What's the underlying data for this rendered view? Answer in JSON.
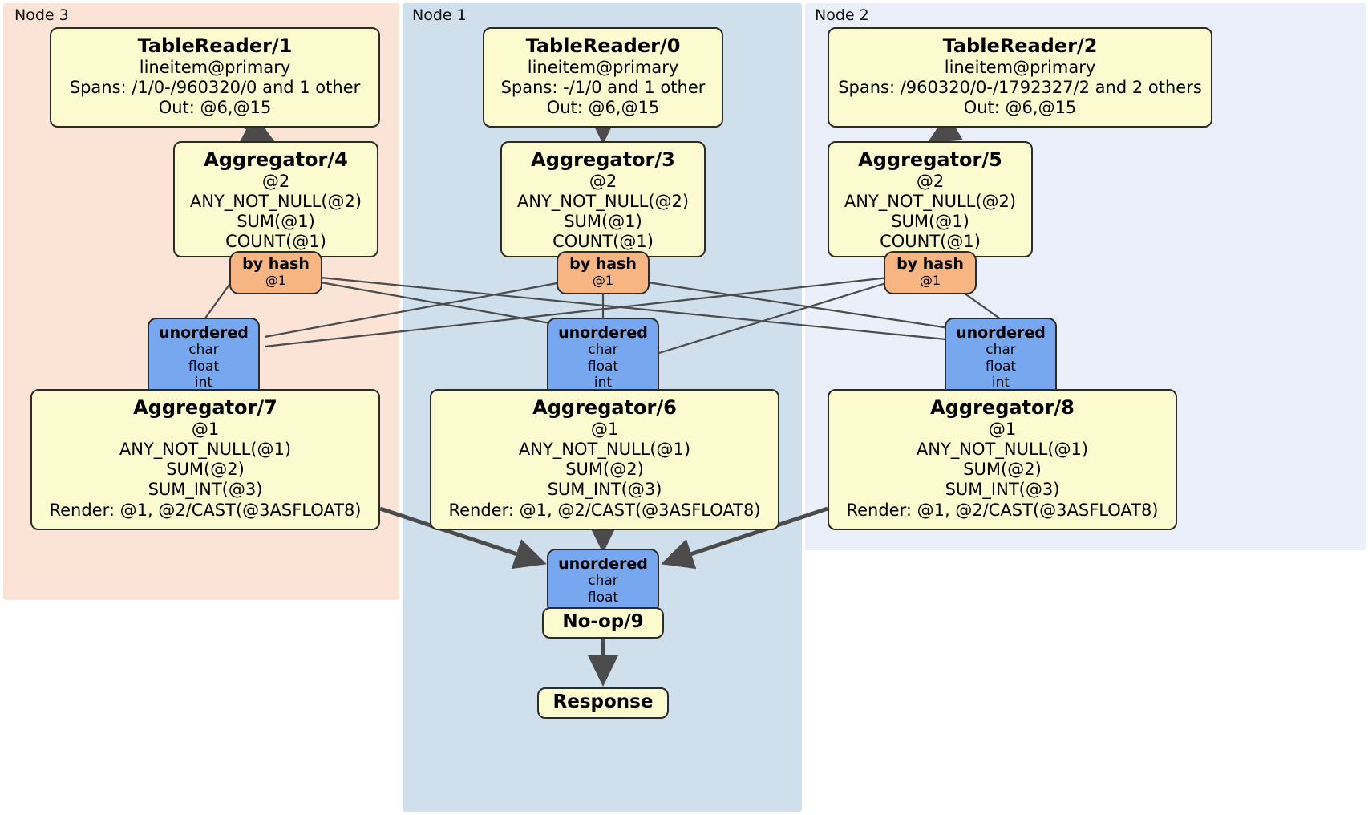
{
  "diagram": {
    "type": "distributed-query-plan",
    "colors": {
      "node3_panel": "#fbe3d6",
      "node1_panel": "#cfdfec",
      "node2_panel": "#eaeffa",
      "processor_fill": "#fbfbcf",
      "router_fill": "#f7b584",
      "receiver_fill": "#76a7ef",
      "stroke": "#2b2b2b",
      "edge": "#4b4b4b"
    }
  },
  "panels": [
    {
      "id": "node3",
      "label": "Node 3"
    },
    {
      "id": "node1",
      "label": "Node 1"
    },
    {
      "id": "node2",
      "label": "Node 2"
    }
  ],
  "processors": {
    "tablereader_1": {
      "title": "TableReader/1",
      "lines": [
        "lineitem@primary",
        "Spans: /1/0-/960320/0 and 1 other",
        "Out: @6,@15"
      ]
    },
    "tablereader_0": {
      "title": "TableReader/0",
      "lines": [
        "lineitem@primary",
        "Spans: -/1/0 and 1 other",
        "Out: @6,@15"
      ]
    },
    "tablereader_2": {
      "title": "TableReader/2",
      "lines": [
        "lineitem@primary",
        "Spans: /960320/0-/1792327/2 and 2 others",
        "Out: @6,@15"
      ]
    },
    "aggregator_4": {
      "title": "Aggregator/4",
      "lines": [
        "@2",
        "ANY_NOT_NULL(@2)",
        "SUM(@1)",
        "COUNT(@1)"
      ]
    },
    "aggregator_3": {
      "title": "Aggregator/3",
      "lines": [
        "@2",
        "ANY_NOT_NULL(@2)",
        "SUM(@1)",
        "COUNT(@1)"
      ]
    },
    "aggregator_5": {
      "title": "Aggregator/5",
      "lines": [
        "@2",
        "ANY_NOT_NULL(@2)",
        "SUM(@1)",
        "COUNT(@1)"
      ]
    },
    "aggregator_7": {
      "title": "Aggregator/7",
      "lines": [
        "@1",
        "ANY_NOT_NULL(@1)",
        "SUM(@2)",
        "SUM_INT(@3)",
        "Render: @1, @2/CAST(@3ASFLOAT8)"
      ]
    },
    "aggregator_6": {
      "title": "Aggregator/6",
      "lines": [
        "@1",
        "ANY_NOT_NULL(@1)",
        "SUM(@2)",
        "SUM_INT(@3)",
        "Render: @1, @2/CAST(@3ASFLOAT8)"
      ]
    },
    "aggregator_8": {
      "title": "Aggregator/8",
      "lines": [
        "@1",
        "ANY_NOT_NULL(@1)",
        "SUM(@2)",
        "SUM_INT(@3)",
        "Render: @1, @2/CAST(@3ASFLOAT8)"
      ]
    },
    "noop_9": {
      "title": "No-op/9",
      "lines": []
    },
    "response": {
      "title": "Response",
      "lines": []
    }
  },
  "routers": {
    "router_left": {
      "title": "by hash",
      "lines": [
        "@1"
      ]
    },
    "router_center": {
      "title": "by hash",
      "lines": [
        "@1"
      ]
    },
    "router_right": {
      "title": "by hash",
      "lines": [
        "@1"
      ]
    }
  },
  "receivers": {
    "recv_left": {
      "title": "unordered",
      "lines": [
        "char",
        "float",
        "int"
      ]
    },
    "recv_center": {
      "title": "unordered",
      "lines": [
        "char",
        "float",
        "int"
      ]
    },
    "recv_right": {
      "title": "unordered",
      "lines": [
        "char",
        "float",
        "int"
      ]
    },
    "recv_final": {
      "title": "unordered",
      "lines": [
        "char",
        "float"
      ]
    }
  }
}
